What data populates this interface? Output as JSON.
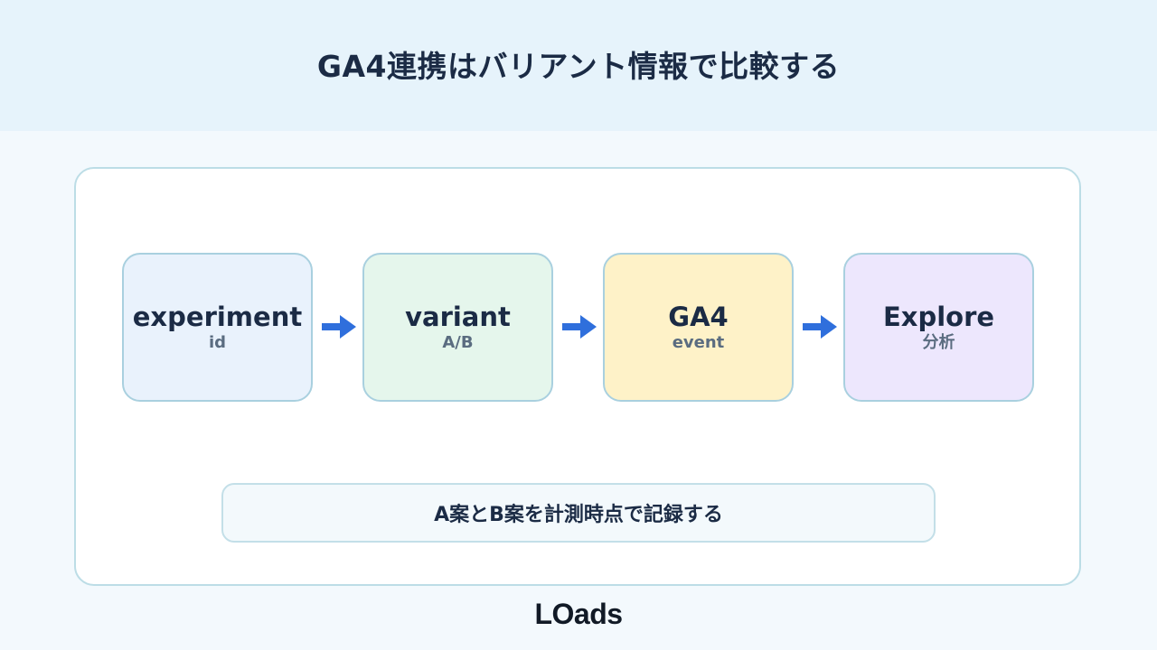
{
  "title": "GA4連携はバリアント情報で比較する",
  "flow": [
    {
      "main": "experiment",
      "sub": "id"
    },
    {
      "main": "variant",
      "sub": "A/B"
    },
    {
      "main": "GA4",
      "sub": "event"
    },
    {
      "main": "Explore",
      "sub": "分析"
    }
  ],
  "note": "A案とB案を計測時点で記録する",
  "logo": "LOads",
  "colors": {
    "arrow": "#2f6fdc",
    "title": "#1b2b45"
  }
}
